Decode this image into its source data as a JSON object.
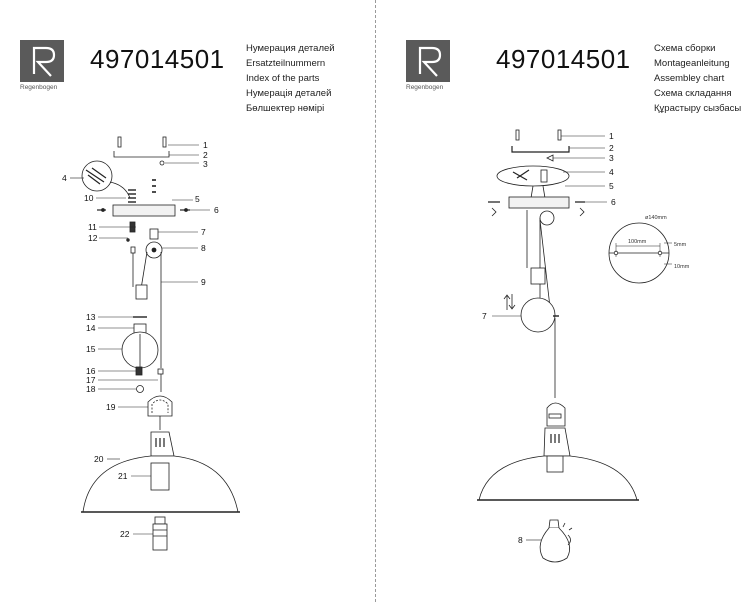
{
  "left": {
    "brand": "Regenbogen",
    "article": "497014501",
    "titles": [
      "Нумерация деталей",
      "Ersatzteilnummern",
      "Index of the parts",
      "Нумерація деталей",
      "Бөлшектер нөмірі"
    ],
    "labels": [
      "1",
      "2",
      "3",
      "4",
      "5",
      "6",
      "7",
      "8",
      "9",
      "10",
      "11",
      "12",
      "13",
      "14",
      "15",
      "16",
      "17",
      "18",
      "19",
      "20",
      "21",
      "22"
    ]
  },
  "right": {
    "brand": "Regenbogen",
    "article": "497014501",
    "titles": [
      "Схема сборки",
      "Montageanleitung",
      "Assembley chart",
      "Схема складання",
      "Құрастыру сызбасы"
    ],
    "labels": [
      "1",
      "2",
      "3",
      "4",
      "5",
      "6",
      "7",
      "8"
    ],
    "dimensions": {
      "diameter": "ø140mm",
      "width": "100mm",
      "offset": "5mm",
      "depth": "10mm"
    }
  }
}
